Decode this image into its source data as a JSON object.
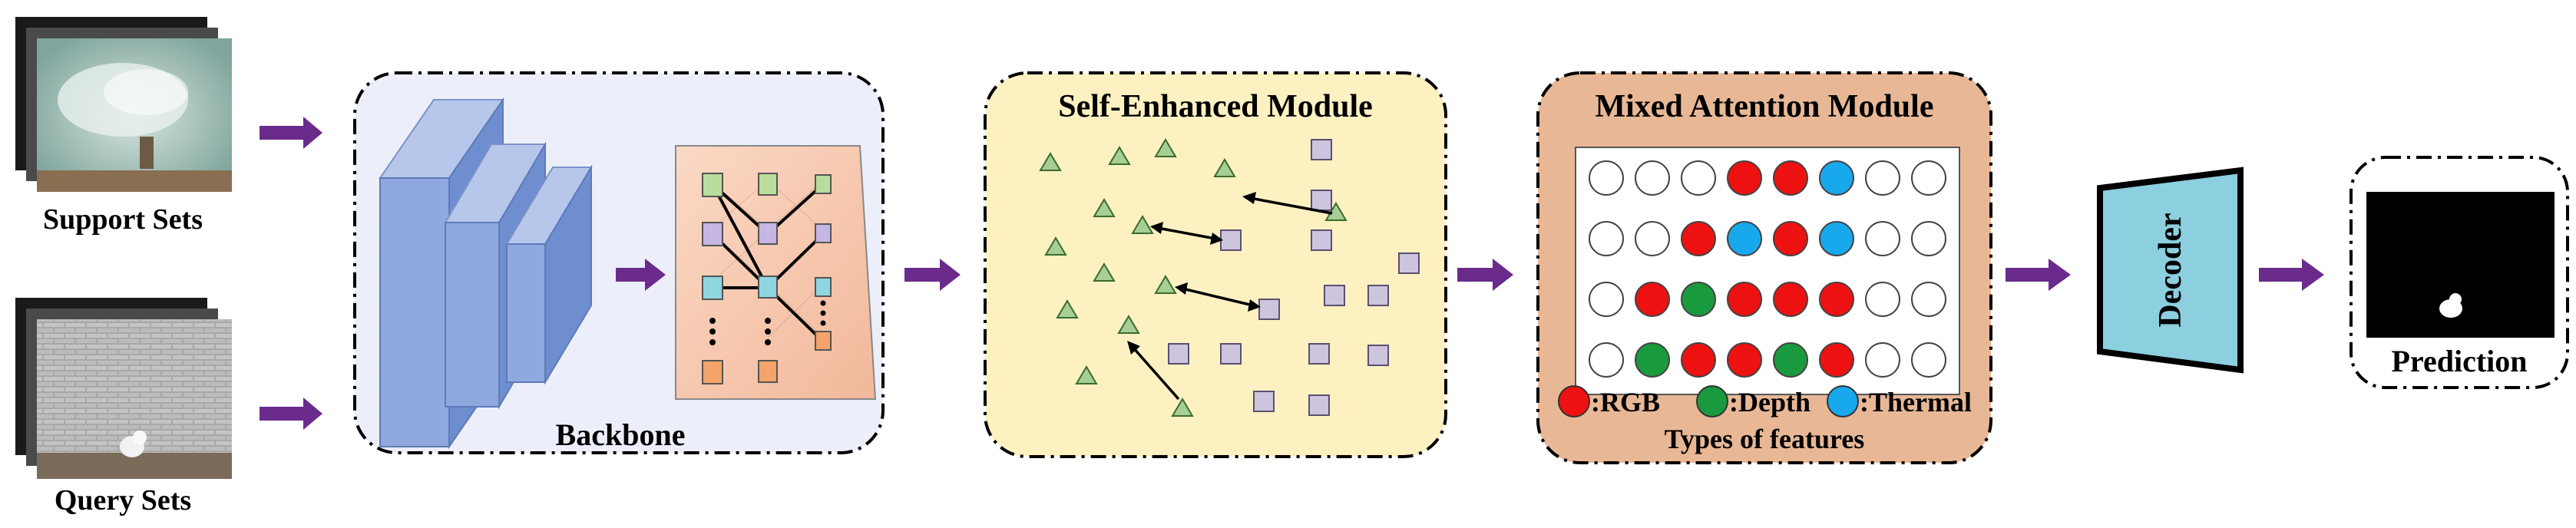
{
  "inputs": {
    "support_label": "Support Sets",
    "query_label": "Query Sets"
  },
  "backbone": {
    "label": "Backbone"
  },
  "self_enhanced": {
    "title": "Self-Enhanced Module"
  },
  "mixed_attention": {
    "title": "Mixed Attention Module",
    "grid": [
      [
        "white",
        "white",
        "white",
        "red",
        "red",
        "blue",
        "white",
        "white"
      ],
      [
        "white",
        "white",
        "red",
        "blue",
        "red",
        "blue",
        "white",
        "white"
      ],
      [
        "white",
        "red",
        "green",
        "red",
        "red",
        "red",
        "white",
        "white"
      ],
      [
        "white",
        "green",
        "red",
        "red",
        "green",
        "red",
        "white",
        "white"
      ]
    ],
    "legend": [
      {
        "color": "red",
        "label": ":RGB"
      },
      {
        "color": "green",
        "label": ":Depth"
      },
      {
        "color": "blue",
        "label": ":Thermal"
      }
    ],
    "caption": "Types of features"
  },
  "decoder": {
    "label": "Decoder"
  },
  "prediction": {
    "label": "Prediction"
  },
  "colors": {
    "red": "#ee1111",
    "green": "#1a9a3e",
    "blue": "#18a8ec",
    "white": "#ffffff",
    "arrow": "#6a2b8c",
    "backbone_bg": "#eceffa",
    "backbone_block": "#8fa9df",
    "sem_bg": "#fdf1c2",
    "mam_bg": "#e8b896",
    "decoder": "#8ccfdf",
    "triangle": "#a5cf94",
    "square": "#cdc4de"
  }
}
